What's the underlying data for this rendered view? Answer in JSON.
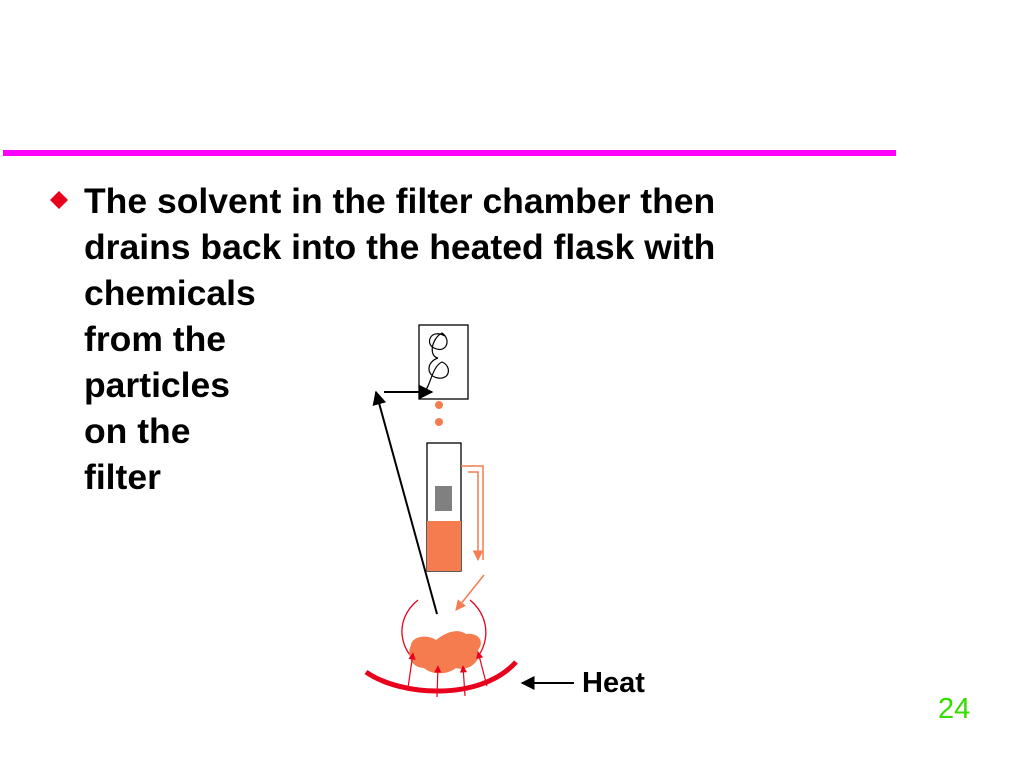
{
  "slide": {
    "bullet_text_lines": [
      "The solvent in the filter chamber then",
      "drains back into the heated flask with",
      "chemicals",
      "from the",
      "particles",
      "on the",
      "filter"
    ],
    "heat_label": "Heat",
    "page_number": "24"
  },
  "colors": {
    "rule": "#ff00ff",
    "bullet": "#e8001c",
    "solvent": "#f47c4f",
    "flask": "#e8001c",
    "page_number": "#33dd00"
  }
}
